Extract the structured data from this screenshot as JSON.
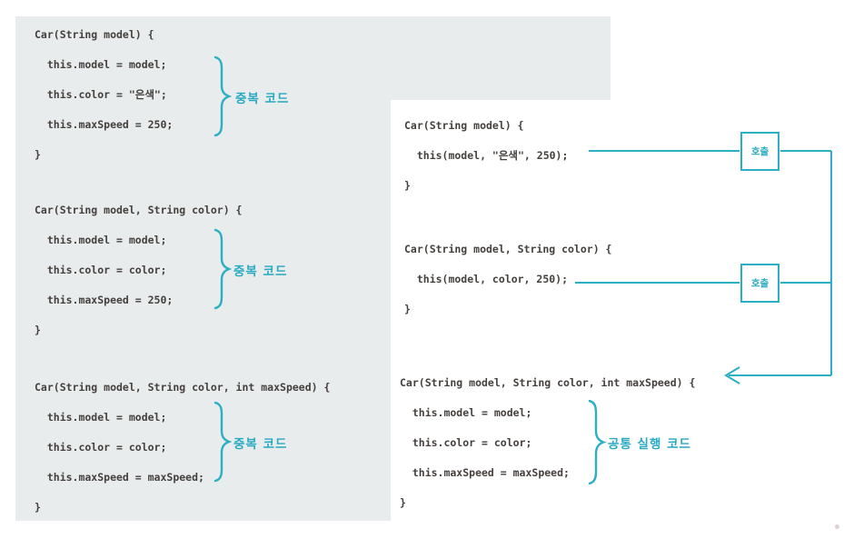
{
  "colors": {
    "accent_cyan": "#2aafc4",
    "code_text": "#45403d",
    "panel_gray": "#e8eced",
    "panel_white": "#ffffff"
  },
  "left_panel": {
    "blocks": [
      {
        "lines": [
          "Car(String model) {",
          "  this.model = model;",
          "  this.color = \"은색\";",
          "  this.maxSpeed = 250;",
          "}"
        ],
        "annotation": "중복 코드"
      },
      {
        "lines": [
          "Car(String model, String color) {",
          "  this.model = model;",
          "  this.color = color;",
          "  this.maxSpeed = 250;",
          "}"
        ],
        "annotation": "중복 코드"
      },
      {
        "lines": [
          "Car(String model, String color, int maxSpeed) {",
          "  this.model = model;",
          "  this.color = color;",
          "  this.maxSpeed = maxSpeed;",
          "}"
        ],
        "annotation": "중복 코드"
      }
    ]
  },
  "right_panel": {
    "blocks": [
      {
        "lines": [
          "Car(String model) {",
          "  this(model, \"은색\", 250);",
          "}"
        ],
        "call_badge": "호출"
      },
      {
        "lines": [
          "Car(String model, String color) {",
          "  this(model, color, 250);",
          "}"
        ],
        "call_badge": "호출"
      },
      {
        "lines": [
          "Car(String model, String color, int maxSpeed) {",
          "  this.model = model;",
          "  this.color = color;",
          "  this.maxSpeed = maxSpeed;",
          "}"
        ],
        "annotation": "공통 실행 코드"
      }
    ]
  }
}
